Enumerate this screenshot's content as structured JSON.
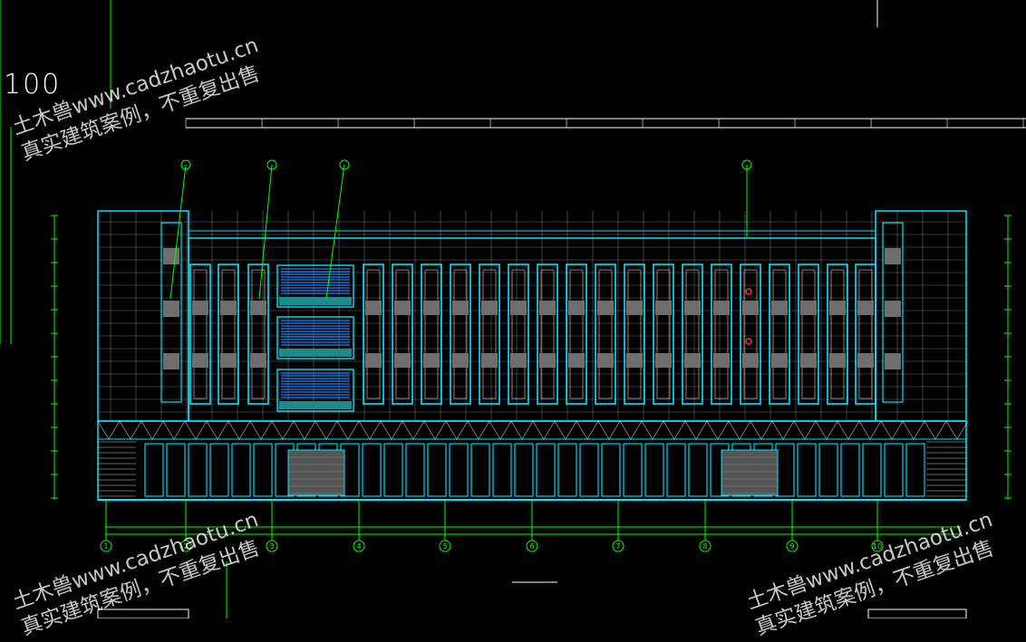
{
  "drawing": {
    "scale_text": "100",
    "axis_labels": [
      "1",
      "2",
      "3",
      "4",
      "5",
      "6",
      "7",
      "8",
      "9",
      "10"
    ],
    "colors": {
      "background": "#000000",
      "facade": "#00e5ff",
      "grid": "#ffffff",
      "dimension": "#00ff00",
      "glass": "#6e6e6e",
      "marker": "#ff3030"
    }
  },
  "watermarks": [
    {
      "line1": "土木兽www.cadzhaotu.cn",
      "line2": "真实建筑案例，不重复出售"
    },
    {
      "line1": "土木兽www.cadzhaotu.cn",
      "line2": "真实建筑案例，不重复出售"
    },
    {
      "line1": "土木兽www.cadzhaotu.cn",
      "line2": "真实建筑案例，不重复出售"
    }
  ]
}
